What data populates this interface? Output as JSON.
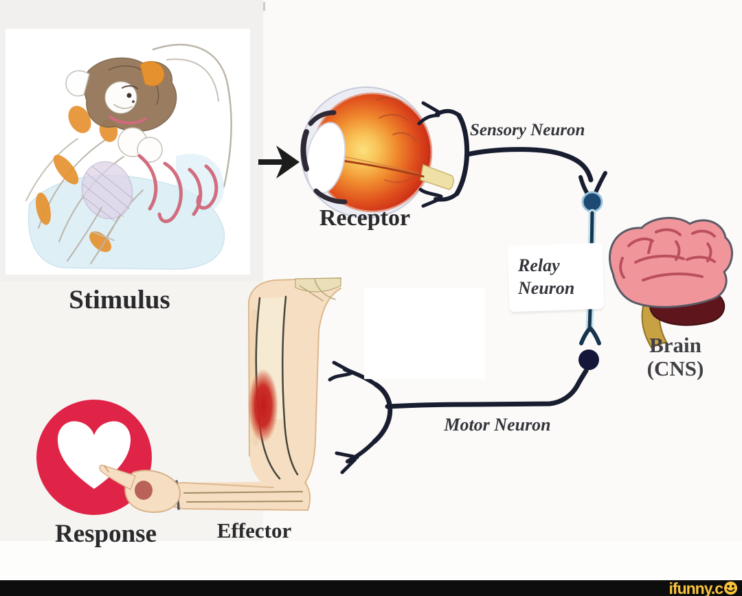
{
  "diagram": {
    "labels": {
      "stimulus": "Stimulus",
      "receptor": "Receptor",
      "sensory_neuron": "Sensory Neuron",
      "relay_line1": "Relay",
      "relay_line2": "Neuron",
      "brain_line1": "Brain",
      "brain_line2": "(CNS)",
      "motor_neuron": "Motor Neuron",
      "effector": "Effector",
      "response": "Response"
    },
    "flow": [
      "Stimulus",
      "Receptor",
      "Sensory Neuron",
      "Relay Neuron",
      "Brain (CNS)",
      "Motor Neuron",
      "Effector",
      "Response"
    ],
    "icons": {
      "stimulus_image": "sketch-artwork",
      "arrow": "right-arrow-icon",
      "receptor": "eye-illustration",
      "brain": "brain-illustration",
      "effector": "arm-muscle-illustration",
      "response": "heart-like-button-icon"
    },
    "colors": {
      "neuron_line": "#1a1e30",
      "relay_core": "#17344e",
      "relay_sheath": "#c3e2ec",
      "synapse_blue": "#1d4972",
      "synapse_navy": "#14163a",
      "eye_red": "#cf2b18",
      "brain_pink": "#f0969b",
      "cerebellum_maroon": "#5e161c",
      "heart_red": "#e02448",
      "muscle_red": "#c11d1d",
      "skin": "#f6dec2"
    }
  },
  "watermark": {
    "text": "ifunny.c",
    "icon": "smiley-face-icon",
    "color": "#F9C43C",
    "bar_color": "#0D0D0D"
  }
}
